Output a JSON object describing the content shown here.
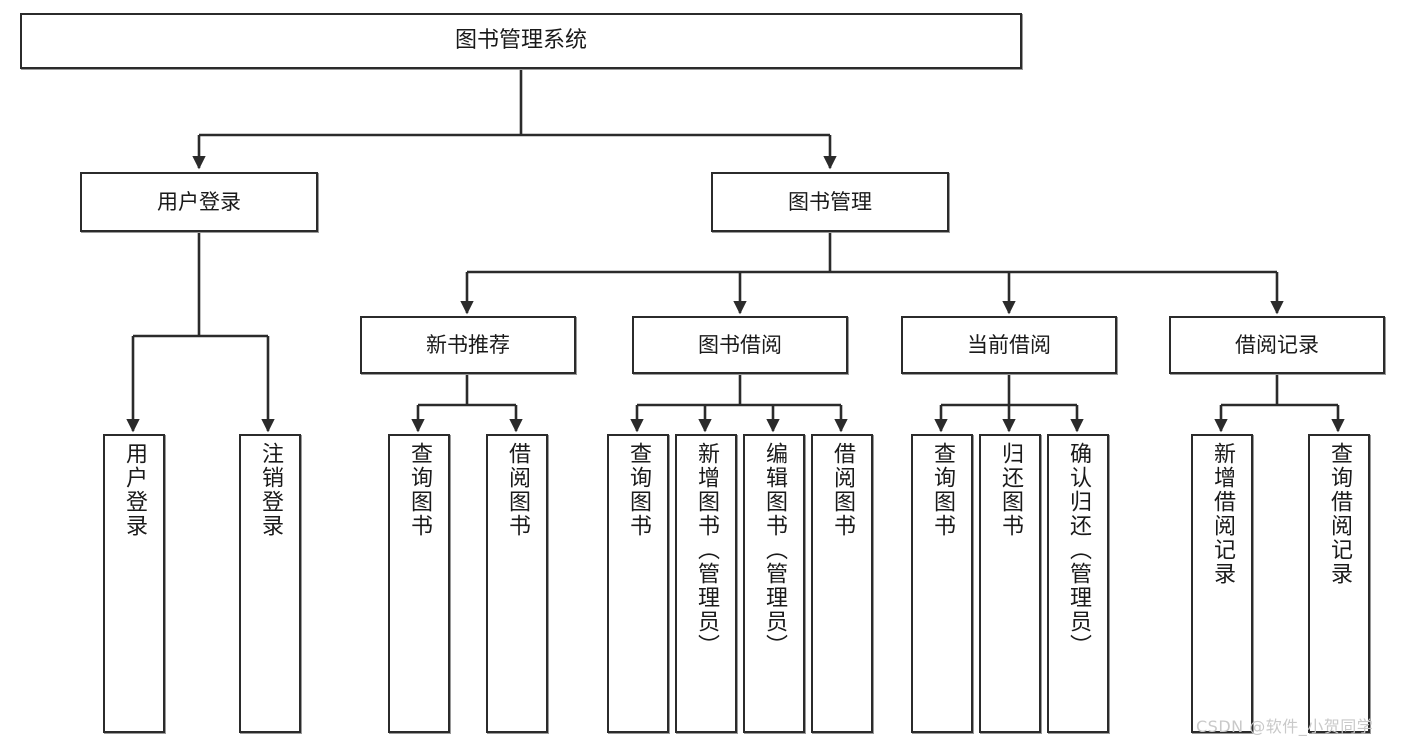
{
  "diagram": {
    "title": "图书管理系统",
    "type": "tree",
    "watermark": "CSDN @软件_小贺同学",
    "colors": {
      "box_border": "#2b2b2b",
      "box_fill": "#ffffff",
      "line": "#2b2b2b",
      "text": "#1a1a1a",
      "watermark": "#c9c9c9",
      "background": "#ffffff"
    },
    "levels": {
      "root": "图书管理系统",
      "level2": [
        "用户登录",
        "图书管理"
      ],
      "level3": [
        "新书推荐",
        "图书借阅",
        "当前借阅",
        "借阅记录"
      ]
    },
    "nodes": {
      "root": {
        "label": "图书管理系统"
      },
      "user_login": {
        "label": "用户登录"
      },
      "book_mgmt": {
        "label": "图书管理"
      },
      "new_book_rec": {
        "label": "新书推荐"
      },
      "book_borrow": {
        "label": "图书借阅"
      },
      "current_borrow": {
        "label": "当前借阅"
      },
      "borrow_record": {
        "label": "借阅记录"
      },
      "leaf_user_login": {
        "label": "用户登录"
      },
      "leaf_logout": {
        "label": "注销登录"
      },
      "leaf_query_book_1": {
        "label": "查询图书"
      },
      "leaf_borrow_book_1": {
        "label": "借阅图书"
      },
      "leaf_query_book_2": {
        "label": "查询图书"
      },
      "leaf_add_book": {
        "label": "新增图书（管理员）"
      },
      "leaf_edit_book": {
        "label": "编辑图书（管理员）"
      },
      "leaf_borrow_book_2": {
        "label": "借阅图书"
      },
      "leaf_query_book_3": {
        "label": "查询图书"
      },
      "leaf_return_book": {
        "label": "归还图书"
      },
      "leaf_confirm_return": {
        "label": "确认归还（管理员）"
      },
      "leaf_add_record": {
        "label": "新增借阅记录"
      },
      "leaf_query_record": {
        "label": "查询借阅记录"
      }
    },
    "edges": [
      {
        "from": "图书管理系统",
        "to": "用户登录"
      },
      {
        "from": "图书管理系统",
        "to": "图书管理"
      },
      {
        "from": "用户登录",
        "to": "用户登录"
      },
      {
        "from": "用户登录",
        "to": "注销登录"
      },
      {
        "from": "图书管理",
        "to": "新书推荐"
      },
      {
        "from": "图书管理",
        "to": "图书借阅"
      },
      {
        "from": "图书管理",
        "to": "当前借阅"
      },
      {
        "from": "图书管理",
        "to": "借阅记录"
      },
      {
        "from": "新书推荐",
        "to": "查询图书"
      },
      {
        "from": "新书推荐",
        "to": "借阅图书"
      },
      {
        "from": "图书借阅",
        "to": "查询图书"
      },
      {
        "from": "图书借阅",
        "to": "新增图书（管理员）"
      },
      {
        "from": "图书借阅",
        "to": "编辑图书（管理员）"
      },
      {
        "from": "图书借阅",
        "to": "借阅图书"
      },
      {
        "from": "当前借阅",
        "to": "查询图书"
      },
      {
        "from": "当前借阅",
        "to": "归还图书"
      },
      {
        "from": "当前借阅",
        "to": "确认归还（管理员）"
      },
      {
        "from": "借阅记录",
        "to": "新增借阅记录"
      },
      {
        "from": "借阅记录",
        "to": "查询借阅记录"
      }
    ]
  }
}
